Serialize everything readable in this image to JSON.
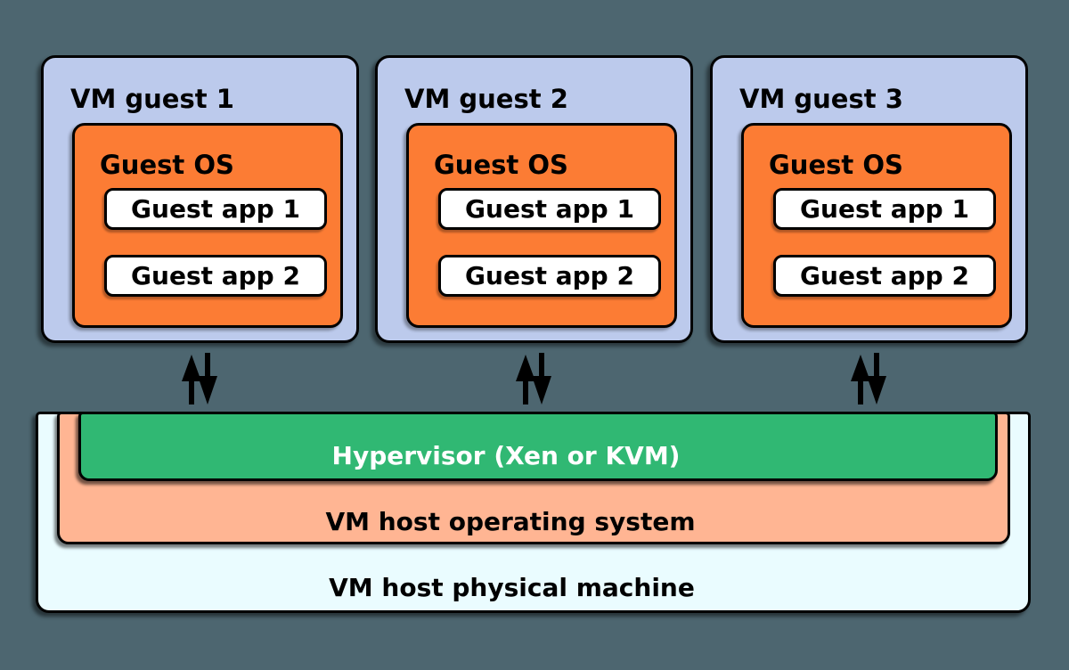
{
  "guests": [
    {
      "title": "VM guest 1",
      "os_label": "Guest OS",
      "apps": [
        "Guest app 1",
        "Guest app 2"
      ]
    },
    {
      "title": "VM guest 2",
      "os_label": "Guest OS",
      "apps": [
        "Guest app 1",
        "Guest app 2"
      ]
    },
    {
      "title": "VM guest 3",
      "os_label": "Guest OS",
      "apps": [
        "Guest app 1",
        "Guest app 2"
      ]
    }
  ],
  "host_stack": {
    "hypervisor_label": "Hypervisor (Xen or KVM)",
    "host_os_label": "VM host operating system",
    "physical_label": "VM host physical machine"
  },
  "icons": {
    "guest_host_io": "up-down-arrows"
  },
  "colors": {
    "background": "#4d6670",
    "guest_box": "#bccaec",
    "guest_os_box": "#fc7c34",
    "guest_app_box": "#ffffff",
    "hypervisor_box": "#30b873",
    "host_os_box": "#ffb593",
    "physical_machine_box": "#eafcff",
    "border": "#000000",
    "arrow": "#000000",
    "hypervisor_text": "#ffffff",
    "text": "#000000"
  }
}
